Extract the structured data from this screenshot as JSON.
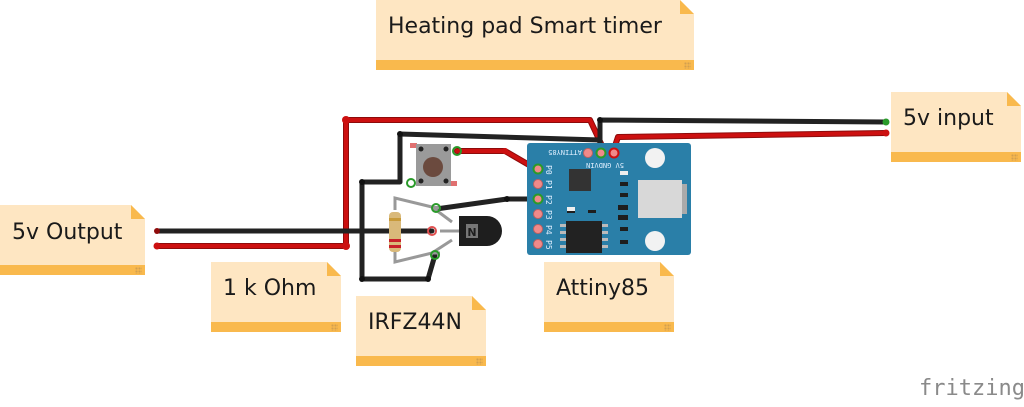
{
  "title_note": "Heating pad Smart timer",
  "notes": {
    "input": "5v input",
    "output": "5v Output",
    "resistor": "1 k Ohm",
    "mosfet": "IRFZ44N",
    "mcu": "Attiny85"
  },
  "board": {
    "name_silkscreen": "ATTINY85",
    "power_pins": [
      "5V",
      "GND",
      "VIN"
    ],
    "io_pins": [
      "P0",
      "P1",
      "P2",
      "P3",
      "P4",
      "P5"
    ]
  },
  "mosfet_marking": "N",
  "logo": "fritzing",
  "colors": {
    "wire_red": "#cc1010",
    "wire_black": "#222222",
    "board_blue": "#2a7fa8",
    "note_bg": "#fee6c2",
    "note_bar": "#f9b94d"
  }
}
